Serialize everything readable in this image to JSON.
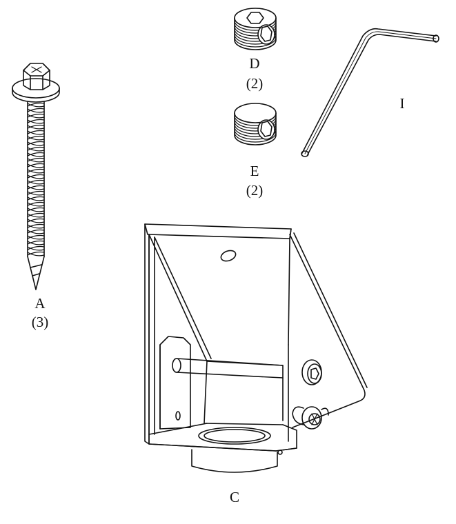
{
  "parts": [
    {
      "id": "A",
      "label": "A",
      "qty": "(3)",
      "icon": "screw-icon"
    },
    {
      "id": "D",
      "label": "D",
      "qty": "(2)",
      "icon": "set-screw-icon"
    },
    {
      "id": "E",
      "label": "E",
      "qty": "(2)",
      "icon": "set-screw-icon"
    },
    {
      "id": "I",
      "label": "I",
      "qty": "",
      "icon": "hex-key-icon"
    },
    {
      "id": "C",
      "label": "C",
      "qty": "",
      "icon": "mounting-bracket-icon"
    }
  ]
}
